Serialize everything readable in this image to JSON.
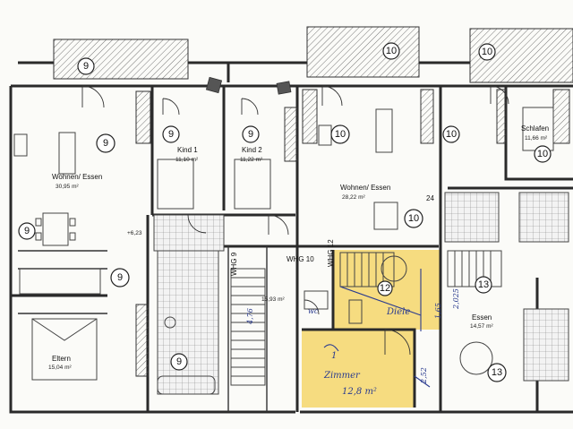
{
  "plan": {
    "room_numbers": [
      {
        "id": "loggia-left",
        "value": "9"
      },
      {
        "id": "wohnen-left",
        "value": "9"
      },
      {
        "id": "kind1",
        "value": "9"
      },
      {
        "id": "kind2",
        "value": "9"
      },
      {
        "id": "west-hall",
        "value": "9"
      },
      {
        "id": "central-left",
        "value": "9"
      },
      {
        "id": "loggia-mid",
        "value": "10"
      },
      {
        "id": "wohnen-mid",
        "value": "10"
      },
      {
        "id": "dining-mid",
        "value": "10"
      },
      {
        "id": "loggia-right",
        "value": "10"
      },
      {
        "id": "kitchen-right",
        "value": "10"
      },
      {
        "id": "schlafen",
        "value": "10"
      },
      {
        "id": "essen-right",
        "value": "13"
      },
      {
        "id": "lower-right",
        "value": "13"
      },
      {
        "id": "bath-left",
        "value": "9"
      },
      {
        "id": "diele-num",
        "value": "12"
      }
    ],
    "labels": {
      "wohnen_left": "Wohnen/ Essen",
      "wohnen_left_area": "30,95 m²",
      "kind1": "Kind 1",
      "kind1_area": "11,10 m²",
      "kind2": "Kind 2",
      "kind2_area": "11,22 m²",
      "eltern": "Eltern",
      "eltern_area": "15,04 m²",
      "wohnen_mid": "Wohnen/ Essen",
      "wohnen_mid_area": "28,22 m²",
      "schlafen": "Schlafen",
      "schlafen_area": "11,66 m²",
      "essen": "Essen",
      "essen_area": "14,57 m²",
      "whg9": "WHG 9",
      "whg10": "WHG 10",
      "whg12": "WHG 12",
      "stair_area": "15,93 m²",
      "level": "+6,23",
      "dim_24": "24"
    },
    "handwritten": {
      "diele": "Diele",
      "wc": "wc",
      "room_number": "1",
      "zimmer": "Zimmer",
      "zimmer_area": "12,8 m²",
      "dim_1": "2,025",
      "dim_2": "2,52",
      "dim_3": "4,76",
      "dim_4": "1,65"
    }
  }
}
